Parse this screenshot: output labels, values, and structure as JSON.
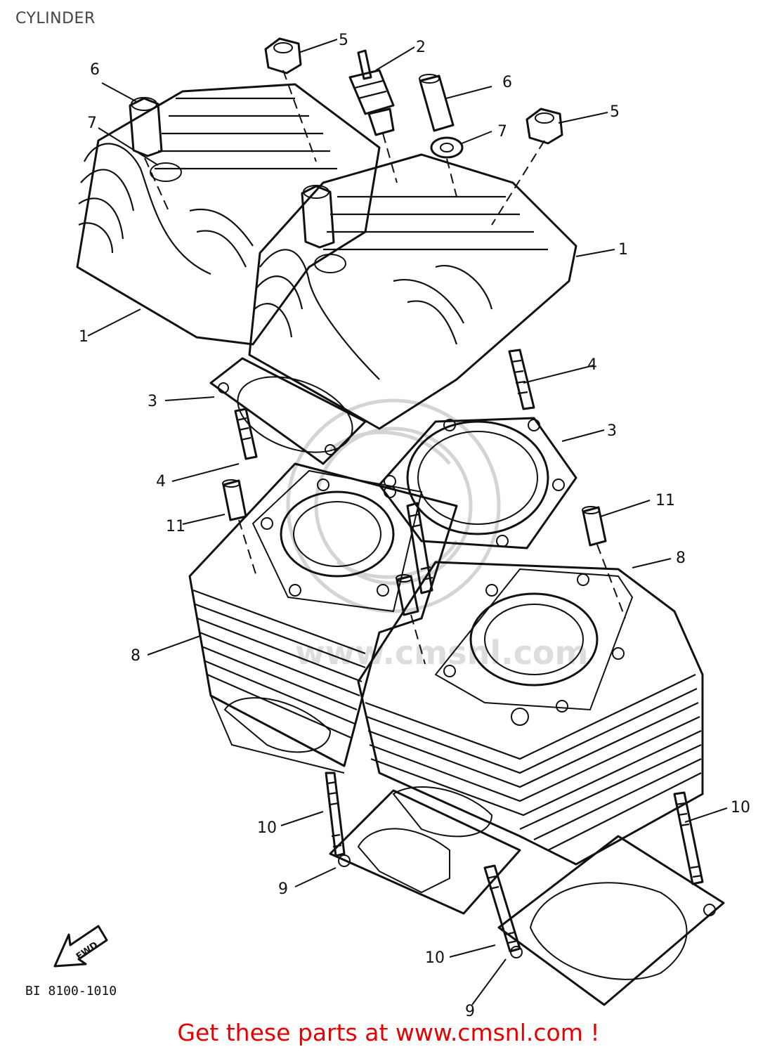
{
  "page": {
    "title": "CYLINDER",
    "drawing_code": "BI 8100-1010",
    "fwd_label": "FWD",
    "footer": "Get these parts at www.cmsnl.com !",
    "watermark": "www.cmsnl.com",
    "footer_color": "#e60000"
  },
  "callouts": {
    "c1a": "1",
    "c1b": "1",
    "c2": "2",
    "c3a": "3",
    "c3b": "3",
    "c4a": "4",
    "c4b": "4",
    "c5a": "5",
    "c5b": "5",
    "c6a": "6",
    "c6b": "6",
    "c7a": "7",
    "c7b": "7",
    "c8a": "8",
    "c8b": "8",
    "c9a": "9",
    "c9b": "9",
    "c10a": "10",
    "c10b": "10",
    "c10c": "10",
    "c11a": "11",
    "c11b": "11"
  }
}
